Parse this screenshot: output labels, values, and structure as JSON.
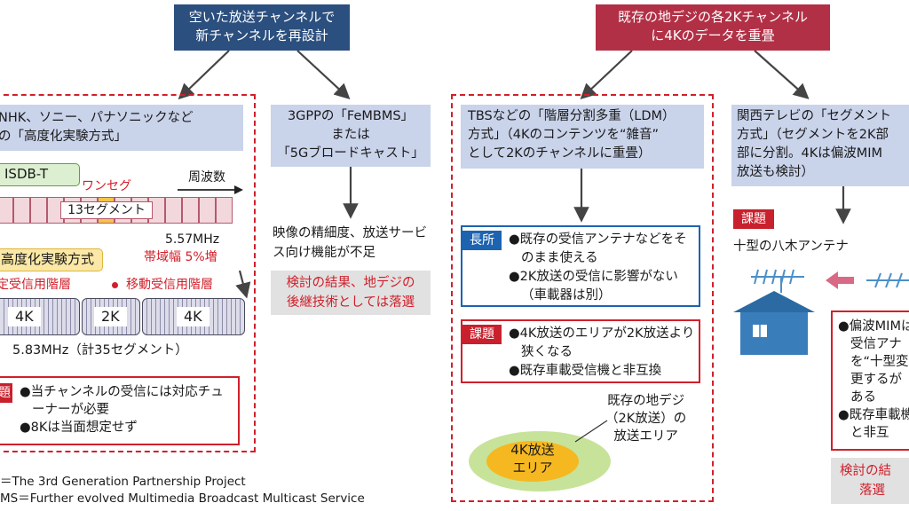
{
  "left_header": {
    "line1": "空いた放送チャンネルで",
    "line2": "新チャンネルを再設計"
  },
  "right_header": {
    "line1": "既存の地デジの各2Kチャンネル",
    "line2": "に4Kのデータを重畳"
  },
  "nhk": {
    "desc_line1": "NHK、ソニー、パナソニックなど",
    "desc_line2": "の「高度化実験方式」",
    "isdb": "ISDB-T",
    "oneseg": "ワンセグ",
    "freq": "周波数",
    "seg13": "13セグメント",
    "bw": "5.57MHz",
    "bw_increase": "帯域幅 5%増",
    "advanced": "高度化実験方式",
    "fixed_layer": "定受信用階層",
    "mobile_layer": "移動受信用階層",
    "blk_4k_left": "4K",
    "blk_2k": "2K",
    "blk_4k_right": "4K",
    "total": "5.83MHz（計35セグメント）",
    "issue_tag": "題",
    "issue1": "●当チャンネルの受信には対応チューナーが必要",
    "issue2": "●8Kは当面想定せず"
  },
  "gpp": {
    "line1": "3GPPの「FeMBMS」",
    "line2": "または",
    "line3": "「5Gブロードキャスト」",
    "shortfall": "映像の精細度、放送サービス向け機能が不足",
    "verdict_line1": "検討の結果、地デジの",
    "verdict_line2": "後継技術としては落選"
  },
  "ldm": {
    "desc_line1": "TBSなどの「階層分割多重（LDM）",
    "desc_line2": "方式」（4Kのコンテンツを“雑音”",
    "desc_line3": "として2Kのチャンネルに重畳）",
    "merit_tag": "長所",
    "merit1": "●既存の受信アンテナなどをそのまま使える",
    "merit2": "●2K放送の受信に影響がない（車載器は別）",
    "issue_tag": "課題",
    "issue1": "●4K放送のエリアが2K放送より狭くなる",
    "issue2": "●既存車載受信機と非互換",
    "area_note_line1": "既存の地デジ",
    "area_note_line2": "（2K放送）の",
    "area_note_line3": "放送エリア",
    "area_4k_line1": "4K放送",
    "area_4k_line2": "エリア"
  },
  "kansai": {
    "desc_line1": "関西テレビの「セグメント",
    "desc_line2": "方式」（セグメントを2K部",
    "desc_line3": "部に分割。4Kは偏波MIM",
    "desc_line4": "放送も検討）",
    "issue_tag": "課題",
    "antenna": "十型の八木アンテナ",
    "issue1": "●偏波MIMは受信アナを“十型変更するがある",
    "issue2": "●既存車載機と非互",
    "verdict_line1": "検討の結",
    "verdict_line2": "落選"
  },
  "footnotes": {
    "line1": "＝The 3rd Generation Partnership Project",
    "line2": "MS＝Further evolved Multimedia Broadcast Multicast Service"
  },
  "colors": {
    "navy": "#2b4f7e",
    "crimson": "#b23046",
    "alert_red": "#d0202b",
    "light_blue": "#c9d3ea",
    "merit_blue": "#1d63b0"
  }
}
